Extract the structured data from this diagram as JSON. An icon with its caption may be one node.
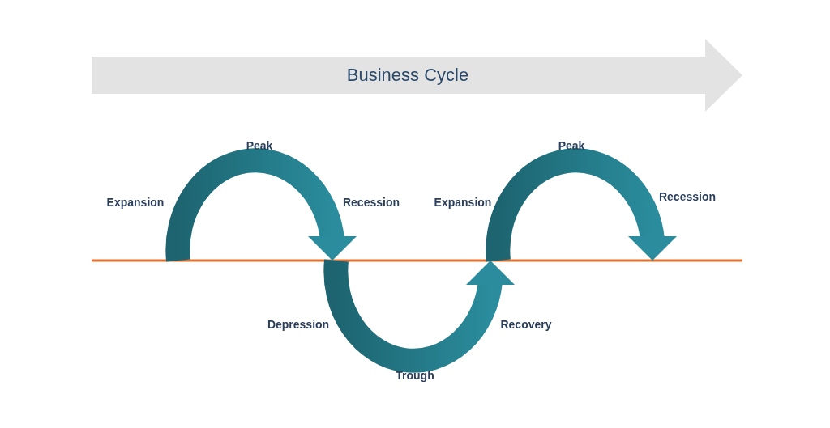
{
  "diagram": {
    "nodes": [
      {
        "text": [
          "Business Cycle"
        ]
      }
    ],
    "labels": [
      "Peak",
      "Peak",
      "Expansion",
      "Recession",
      "Expansion",
      "Recession",
      "Depression",
      "Recovery",
      "Trough"
    ]
  }
}
